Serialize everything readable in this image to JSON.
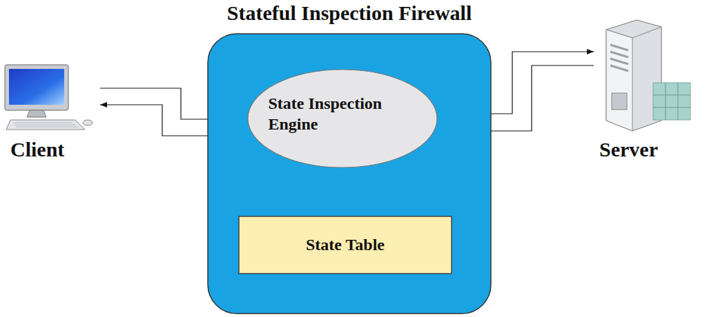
{
  "diagram": {
    "nodes": [
      {
        "text": [
          "Client"
        ]
      },
      {
        "text": [
          "Stateful Inspection Firewall"
        ]
      },
      {
        "text": [
          "State Inspection Engine"
        ],
        "in": 1
      },
      {
        "text": [
          "State Table"
        ],
        "in": 1
      },
      {
        "text": [
          "Server"
        ]
      }
    ],
    "edges": [
      {
        "from": 0,
        "to": 2,
        "arrow": "to"
      },
      {
        "from": 2,
        "to": 0,
        "arrow": "to"
      },
      {
        "from": 2,
        "to": 4,
        "arrow": "to"
      },
      {
        "from": 4,
        "to": 2,
        "arrow": "to"
      },
      {
        "from": 3,
        "to": 2,
        "arrow": "to"
      }
    ]
  }
}
